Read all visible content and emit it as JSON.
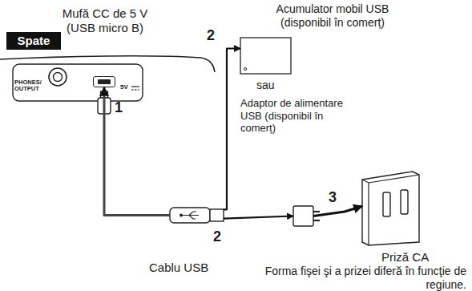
{
  "diagram": {
    "nodes": [
      {
        "text": [
          "Spate"
        ]
      },
      {
        "text": [
          "Mufă CC de 5 V (USB micro B)"
        ]
      },
      {
        "text": [
          "Cablu USB"
        ]
      },
      {
        "text": [
          "Acumulator mobil USB (disponibil în comerț)"
        ]
      },
      {
        "text": [
          "Adaptor de alimentare USB (disponibil în comerț)"
        ]
      },
      {
        "text": [
          "Priză CA"
        ]
      }
    ],
    "edges": [
      {
        "from": 2,
        "to": 1,
        "arrow": "to",
        "label": "1"
      },
      {
        "from": 2,
        "to": 3,
        "arrow": "to",
        "label": "2"
      },
      {
        "from": 2,
        "to": 4,
        "arrow": "to",
        "label": "2"
      },
      {
        "from": 4,
        "to": 5,
        "arrow": "to",
        "label": "3"
      }
    ],
    "labels": [
      "PHONES/ OUTPUT",
      "5V",
      "sau",
      "Forma fişei şi a prizei diferă în funcţie de regiune."
    ]
  }
}
